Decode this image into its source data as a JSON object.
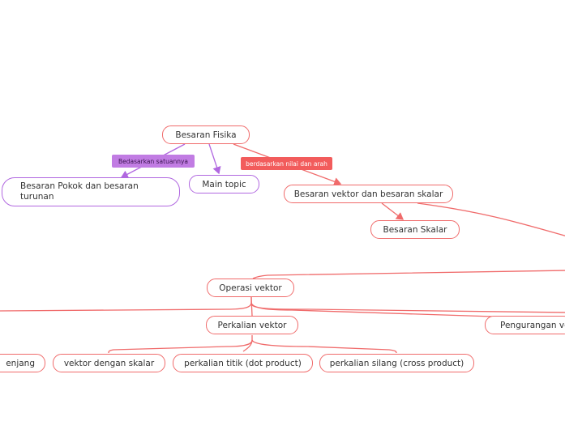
{
  "colors": {
    "red": "#f06b6b",
    "purple": "#b168e0",
    "label_purple": "#c17ce3",
    "label_red": "#f25c5c"
  },
  "nodes": {
    "root": "Besaran Fisika",
    "pokok": "Besaran Pokok dan besaran turunan",
    "main_topic": "Main topic",
    "vektor_skalar": "Besaran vektor dan besaran skalar",
    "skalar": "Besaran Skalar",
    "operasi": "Operasi vektor",
    "perkalian": "Perkalian vektor",
    "pengurangan": "Pengurangan vek",
    "jenjang": "enjang",
    "dengan_skalar": "vektor dengan skalar",
    "dot": "perkalian titik (dot product)",
    "cross": "perkalian silang (cross product)"
  },
  "edge_labels": {
    "satuan": "Bedasarkan satuannya",
    "nilai_arah": "berdasarkan nilai dan arah"
  }
}
